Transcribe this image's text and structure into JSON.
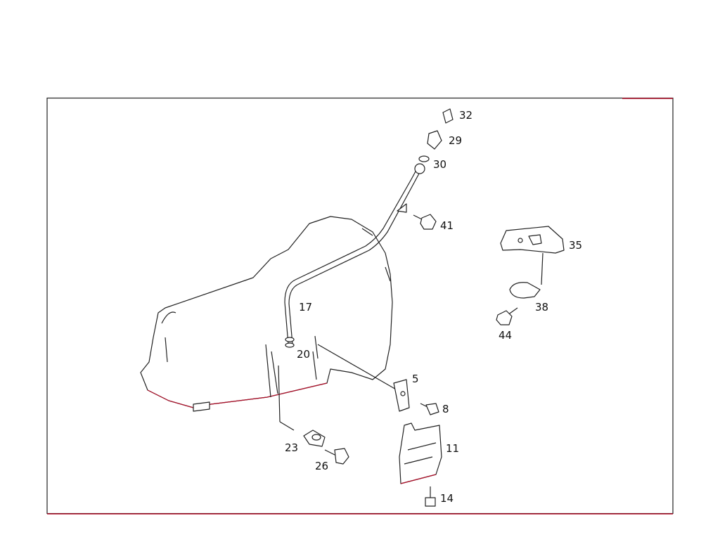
{
  "diagram": {
    "type": "exploded-parts-diagram",
    "colors": {
      "line": "#222222",
      "accent_red": "#b0102a",
      "background": "#ffffff"
    },
    "parts": {
      "p32": "32",
      "p29": "29",
      "p30": "30",
      "p41": "41",
      "p35": "35",
      "p38": "38",
      "p44": "44",
      "p17": "17",
      "p20": "20",
      "p5": "5",
      "p8": "8",
      "p11": "11",
      "p23": "23",
      "p26": "26",
      "p14": "14"
    }
  }
}
